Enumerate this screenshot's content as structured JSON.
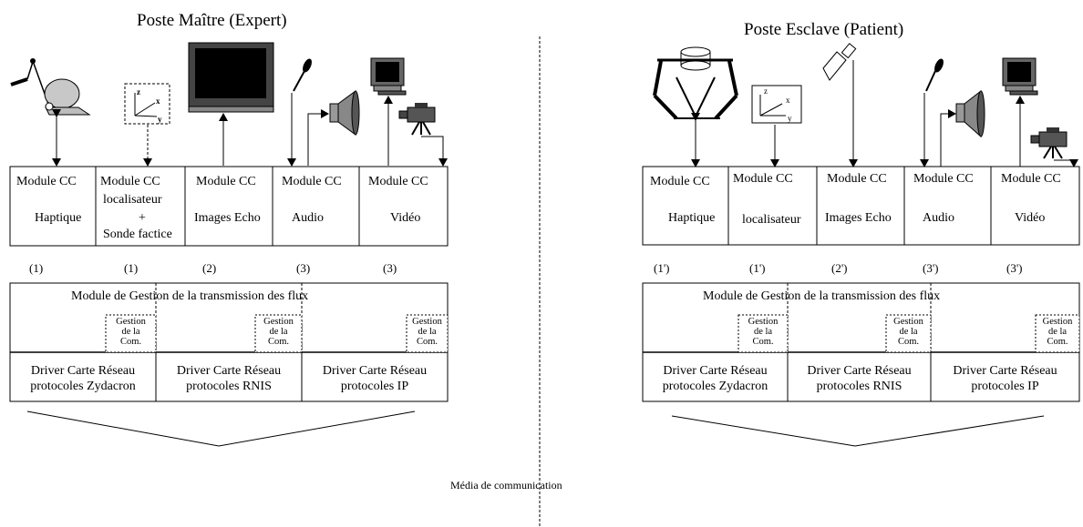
{
  "media": "Média de communication",
  "master": {
    "title": "Poste Maître (Expert)",
    "modules": [
      {
        "l1": "Module CC",
        "l2": "Haptique",
        "l3": ""
      },
      {
        "l1": "Module CC",
        "l2": "localisateur",
        "l3": "+",
        "l4": "Sonde factice"
      },
      {
        "l1": "Module CC",
        "l2": "Images Echo",
        "l3": ""
      },
      {
        "l1": "Module CC",
        "l2": "Audio",
        "l3": ""
      },
      {
        "l1": "Module CC",
        "l2": "Vidéo",
        "l3": ""
      }
    ],
    "numbers": [
      "(1)",
      "(1)",
      "(2)",
      "(3)",
      "(3)"
    ],
    "flux": "Module de Gestion de la transmission des flux",
    "gestion": [
      "Gestion",
      "de la",
      "Com."
    ],
    "drivers": [
      {
        "l1": "Driver Carte Réseau",
        "l2": "protocoles Zydacron"
      },
      {
        "l1": "Driver Carte Réseau",
        "l2": "protocoles RNIS"
      },
      {
        "l1": "Driver Carte Réseau",
        "l2": "protocoles IP"
      }
    ]
  },
  "slave": {
    "title": "Poste Esclave (Patient)",
    "modules": [
      {
        "l1": "Module CC",
        "l2": "Haptique"
      },
      {
        "l1": "Module CC",
        "l2": "localisateur"
      },
      {
        "l1": "Module CC",
        "l2": "Images Echo"
      },
      {
        "l1": "Module CC",
        "l2": "Audio"
      },
      {
        "l1": "Module CC",
        "l2": "Vidéo"
      }
    ],
    "numbers": [
      "(1')",
      "(1')",
      "(2')",
      "(3')",
      "(3')"
    ],
    "flux": "Module de Gestion de la transmission des flux",
    "gestion": [
      "Gestion",
      "de la",
      "Com."
    ],
    "drivers": [
      {
        "l1": "Driver Carte Réseau",
        "l2": "protocoles Zydacron"
      },
      {
        "l1": "Driver Carte Réseau",
        "l2": "protocoles RNIS"
      },
      {
        "l1": "Driver Carte Réseau",
        "l2": "protocoles IP"
      }
    ]
  }
}
